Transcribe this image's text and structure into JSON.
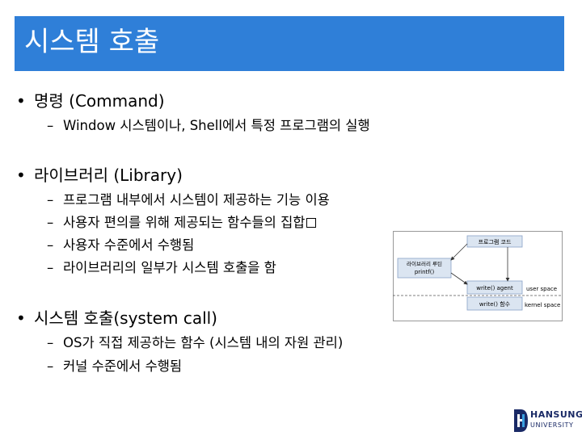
{
  "slide": {
    "title": "시스템 호출",
    "sections": [
      {
        "bullet": "•",
        "heading": "명령 (Command)",
        "items": [
          "Window 시스템이나, Shell에서 특정 프로그램의 실행"
        ]
      },
      {
        "bullet": "•",
        "heading": "라이브러리 (Library)",
        "items": [
          "프로그램 내부에서 시스템이 제공하는 기능 이용",
          "사용자 편의를 위해 제공되는 함수들의 집합",
          "사용자 수준에서 수행됨",
          "라이브러리의 일부가 시스템 호출을 함"
        ]
      },
      {
        "bullet": "•",
        "heading": "시스템 호출(system call)",
        "items": [
          "OS가 직접 제공하는 함수 (시스템 내의 자원 관리)",
          "커널 수준에서 수행됨"
        ]
      }
    ],
    "dash": "–"
  },
  "diagram": {
    "program_code": "프로그램 코드",
    "library_routine": "라이브러리 루틴",
    "printf": "printf()",
    "write_agent": "write() agent",
    "write_func": "write() 함수",
    "user_space": "user space",
    "kernel_space": "kernel space"
  },
  "logo": {
    "line1": "HANSUNG",
    "line2": "UNIVERSITY"
  },
  "colors": {
    "title_bg": "#2f7fd8",
    "box_fill": "#dbe5f1",
    "logo": "#1a2a66"
  }
}
